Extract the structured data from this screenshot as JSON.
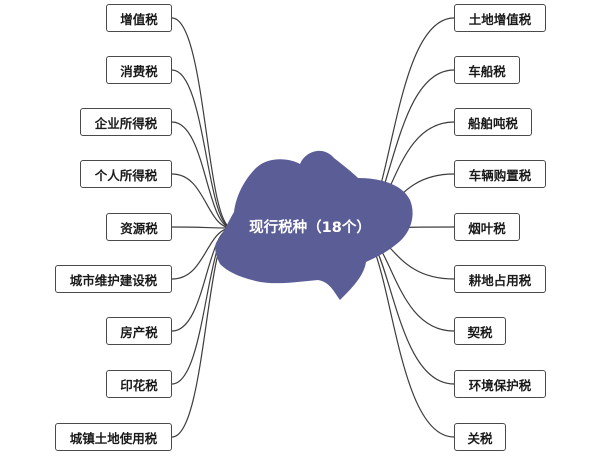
{
  "center": {
    "label": "现行税种（18个）",
    "fill": "#5b5e96"
  },
  "left_taxes": [
    {
      "label": "增值税"
    },
    {
      "label": "消费税"
    },
    {
      "label": "企业所得税"
    },
    {
      "label": "个人所得税"
    },
    {
      "label": "资源税"
    },
    {
      "label": "城市维护建设税"
    },
    {
      "label": "房产税"
    },
    {
      "label": "印花税"
    },
    {
      "label": "城镇土地使用税"
    }
  ],
  "right_taxes": [
    {
      "label": "土地增值税"
    },
    {
      "label": "车船税"
    },
    {
      "label": "船舶吨税"
    },
    {
      "label": "车辆购置税"
    },
    {
      "label": "烟叶税"
    },
    {
      "label": "耕地占用税"
    },
    {
      "label": "契税"
    },
    {
      "label": "环境保护税"
    },
    {
      "label": "关税"
    }
  ]
}
